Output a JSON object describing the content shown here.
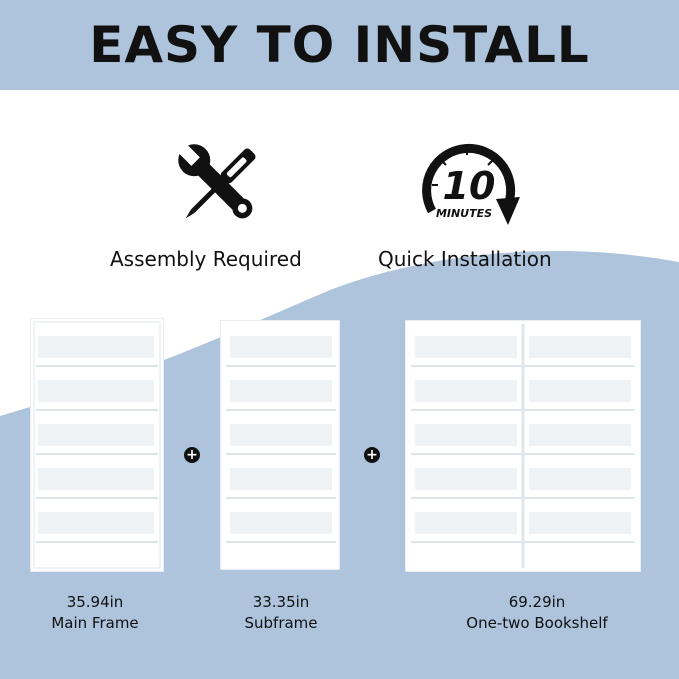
{
  "banner": {
    "title": "EASY TO INSTALL"
  },
  "colors": {
    "banner_bg": "#adc4dc",
    "arc_bg": "#adc4dc",
    "text": "#111111",
    "shelf": "#ffffff"
  },
  "features": [
    {
      "icon": "wrench-screwdriver-icon",
      "label": "Assembly Required"
    },
    {
      "icon": "timer-10-minutes-icon",
      "label": "Quick Installation",
      "timer_number": "10",
      "timer_unit": "MINUTES"
    }
  ],
  "parts": [
    {
      "width": "35.94in",
      "name": "Main Frame"
    },
    {
      "width": "33.35in",
      "name": "Subframe"
    },
    {
      "width": "69.29in",
      "name": "One-two Bookshelf"
    }
  ],
  "plus_icon": "plus-icon",
  "plus_symbol": "+"
}
